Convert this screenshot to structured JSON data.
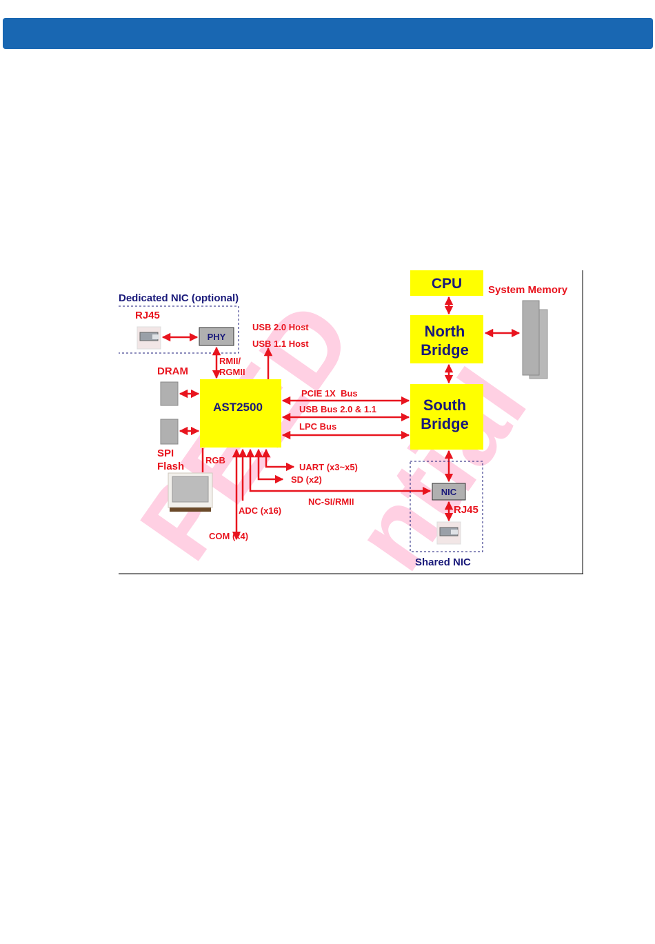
{
  "colors": {
    "header": "#1967b2",
    "chip": "#ffff00",
    "arrow": "#e8141e",
    "navy": "#1a1a7a",
    "gray_box": "#b0b0b0",
    "watermark": "#ff7bb0"
  },
  "diagram": {
    "dedicated_nic_label": "Dedicated NIC (optional)",
    "shared_nic_label": "Shared NIC",
    "rj45_top": "RJ45",
    "rj45_bottom": "RJ45",
    "phy": "PHY",
    "nic": "NIC",
    "cpu": "CPU",
    "north_bridge_line1": "North",
    "north_bridge_line2": "Bridge",
    "south_bridge_line1": "South",
    "south_bridge_line2": "Bridge",
    "system_memory": "System Memory",
    "ast2500": "AST2500",
    "dram": "DRAM",
    "spi_line1": "SPI",
    "spi_line2": "Flash",
    "rmii_line1": "RMII/",
    "rmii_line2": "RGMII",
    "usb20_host": "USB 2.0 Host",
    "usb11_host": "USB 1.1 Host",
    "pcie_bus": "PCIE 1X  Bus",
    "usb_bus": "USB Bus 2.0 & 1.1",
    "lpc_bus": "LPC Bus",
    "rgb": "RGB",
    "uart": "UART (x3~x5)",
    "sd": "SD (x2)",
    "ncsi": "NC-SI/RMII",
    "adc": "ADC (x16)",
    "com": "COM (x4)",
    "watermark_word1": "PEED",
    "watermark_word2": "ntial"
  }
}
